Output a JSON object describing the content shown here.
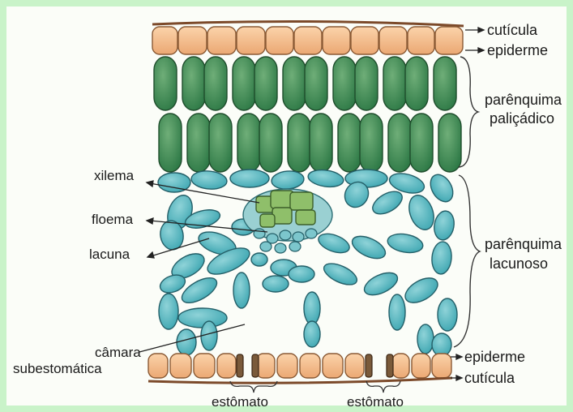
{
  "labels": {
    "cuticula_top": "cutícula",
    "epiderme_top": "epiderme",
    "palicadico_1": "parênquima",
    "palicadico_2": "paliçádico",
    "xilema": "xilema",
    "floema": "floema",
    "lacuna": "lacuna",
    "lacunoso_1": "parênquima",
    "lacunoso_2": "lacunoso",
    "camara_1": "câmara",
    "camara_2": "subestomática",
    "epiderme_bottom": "epiderme",
    "cuticula_bottom": "cutícula",
    "estomato_1": "estômato",
    "estomato_2": "estômato"
  },
  "colors": {
    "epidermis": "#f6c08f",
    "palisade": "#3f8a55",
    "spongy": "#5fbcc3",
    "xylem": "#8fbf6a",
    "guard_cell": "#7a5a3a"
  }
}
